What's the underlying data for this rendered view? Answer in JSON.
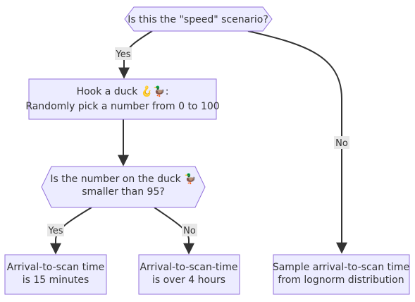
{
  "nodes": {
    "speed_question": {
      "lines": [
        "Is this the \"speed\" scenario?"
      ]
    },
    "hook_duck": {
      "lines": [
        "Hook a duck 🪝🦆:",
        "Randomly pick a number from 0 to 100"
      ]
    },
    "duck_question": {
      "lines": [
        "Is the number on the duck 🦆",
        "smaller than 95?"
      ]
    },
    "scan_15": {
      "lines": [
        "Arrival-to-scan time",
        "is 15 minutes"
      ]
    },
    "scan_4h": {
      "lines": [
        "Arrival-to-scan-time",
        "is over 4 hours"
      ]
    },
    "lognorm": {
      "lines": [
        "Sample arrival-to-scan time",
        "from lognorm distribution"
      ]
    }
  },
  "edges": {
    "speed_yes": "Yes",
    "speed_no": "No",
    "duck_yes": "Yes",
    "duck_no": "No"
  },
  "colors": {
    "node_fill": "#ECECFF",
    "node_stroke": "#9370DB",
    "edge": "#333333",
    "label_bg": "#E8E8E8",
    "text": "#333333"
  }
}
